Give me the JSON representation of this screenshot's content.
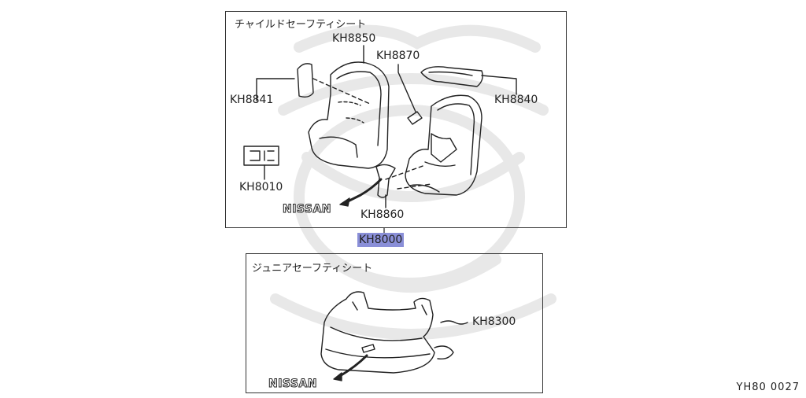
{
  "watermark": "samurai-helmet-logo",
  "panel_top": {
    "title": "チャイルドセーフティシート",
    "parts": {
      "kh8850": "KH8850",
      "kh8870": "KH8870",
      "kh8841": "KH8841",
      "kh8840": "KH8840",
      "kh8010": "KH8010",
      "kh8860": "KH8860"
    },
    "logo": "NISSAN"
  },
  "assembly_code": "KH8000",
  "panel_bottom": {
    "title": "ジュニアセーフティシート",
    "parts": {
      "kh8300": "KH8300"
    },
    "logo": "NISSAN"
  },
  "footer_code": "YH80 0027",
  "colors": {
    "line": "#222222",
    "highlight": "#8a8fd8",
    "watermark": "#e6e6e6"
  }
}
